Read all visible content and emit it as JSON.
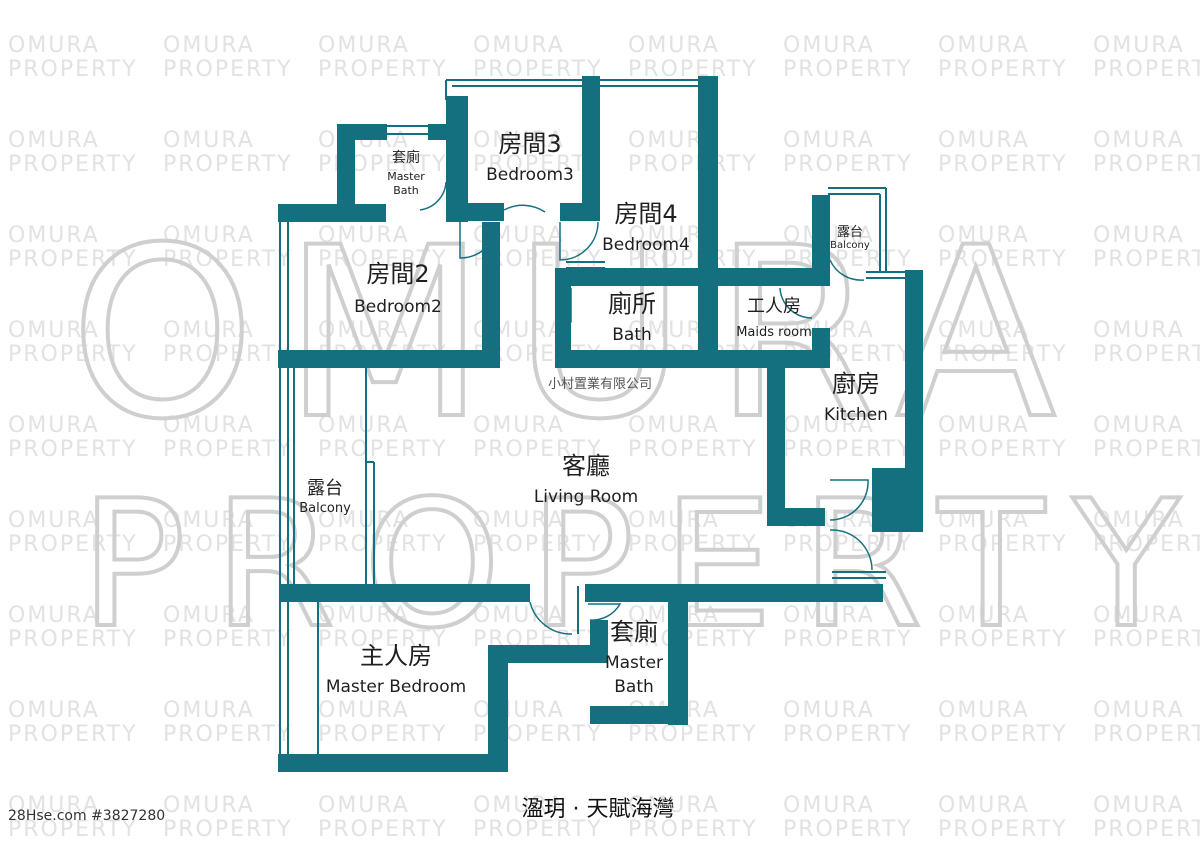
{
  "watermark": {
    "small_line1": "OMURA",
    "small_line2": "PROPERTY",
    "big_line1": "OMURA",
    "big_line2": "PROPERTY"
  },
  "company": "小村置業有限公司",
  "title": "溋玥 · 天賦海灣",
  "listing_id": "28Hse.com #3827280",
  "wall_color": "#14707f",
  "rooms": {
    "master_bath_top": {
      "zh": "套廁",
      "en1": "Master",
      "en2": "Bath"
    },
    "bedroom3": {
      "zh": "房間3",
      "en": "Bedroom3"
    },
    "bedroom4": {
      "zh": "房間4",
      "en": "Bedroom4"
    },
    "balcony_small": {
      "zh": "露台",
      "en": "Balcony"
    },
    "bedroom2": {
      "zh": "房間2",
      "en": "Bedroom2"
    },
    "bath": {
      "zh": "廁所",
      "en": "Bath"
    },
    "maids_room": {
      "zh": "工人房",
      "en": "Maids room"
    },
    "kitchen": {
      "zh": "廚房",
      "en": "Kitchen"
    },
    "balcony_large": {
      "zh": "露台",
      "en": "Balcony"
    },
    "living_room": {
      "zh": "客廳",
      "en": "Living Room"
    },
    "master_bedroom": {
      "zh": "主人房",
      "en": "Master Bedroom"
    },
    "master_bath_bottom": {
      "zh": "套廁",
      "en1": "Master",
      "en2": "Bath"
    }
  }
}
